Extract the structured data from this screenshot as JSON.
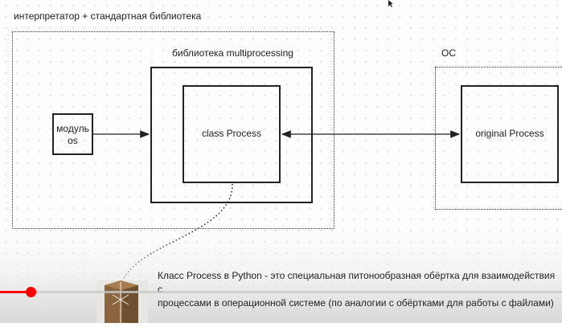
{
  "diagram": {
    "outer_label": "интерпретатор + стандартная библиотека",
    "lib_label": "библиотека multiprocessing",
    "os_label": "ОС",
    "module_line1": "модуль",
    "module_line2": "os",
    "class_process": "class Process",
    "original_process": "original Process"
  },
  "video": {
    "caption_line1": "Класс Process в Python - это специальная питонообразная обёртка для взаимодействия с",
    "caption_line2": "процессами в операционной системе (по аналогии с обёртками для работы с файлами)",
    "progress_fraction": 0.055,
    "accent_color": "#ff0000"
  },
  "cursor_icon": "mouse-pointer-icon"
}
